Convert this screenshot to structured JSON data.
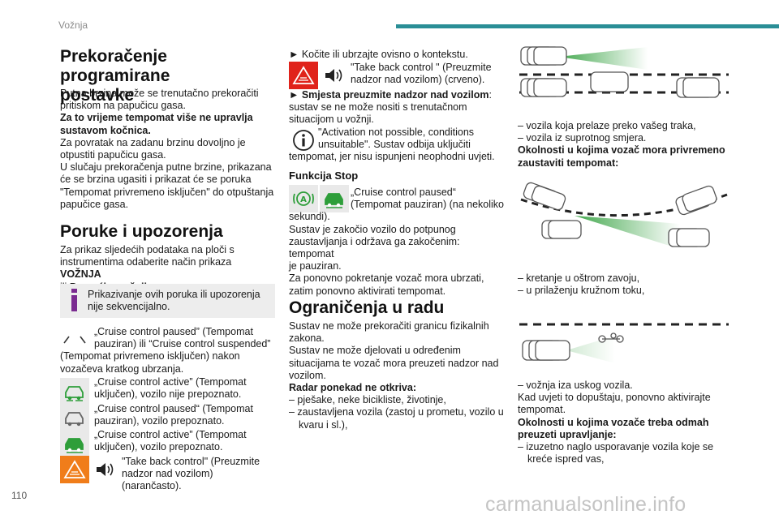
{
  "header": {
    "section": "Vožnja",
    "page_number": "110"
  },
  "watermark": "carmanualsonline.info",
  "col1": {
    "title_line1": "Prekoračenje programirane",
    "title_line2": "postavke",
    "intro": [
      "Putna brzina može se trenutačno prekoračiti",
      "pritiskom na papučicu gasa."
    ],
    "bold_note": [
      "Za to vrijeme tempomat više ne upravlja",
      "sustavom kočnica."
    ],
    "return_text": [
      "Za povratak na zadanu brzinu dovoljno je",
      "otpustiti papučicu gasa."
    ],
    "exceed_text": [
      "U slučaju prekoračenja putne brzine, prikazana",
      "će se brzina ugasiti i prikazat će se poruka",
      "\"Tempomat privremeno isključen\" do otpuštanja",
      "papučice gasa."
    ],
    "title2": "Poruke i upozorenja",
    "display_line1": "Za prikaz sljedećih podataka na ploči s",
    "display_line2_a": "instrumentima odaberite način prikaza ",
    "display_line2_b": "VOŽNJA",
    "display_line3_a": "ili ",
    "display_line3_b": "Pomoći u vožnji",
    "display_line3_c": ".",
    "info": [
      "Prikazivanje ovih poruka ili upozorenja",
      "nije sekvencijalno."
    ],
    "msg1": [
      "„Cruise control paused” (Tempomat",
      "pauziran) ili “Cruise control suspended”",
      "(Tempomat privremeno isključen) nakon",
      "vozačeva kratkog ubrzanja."
    ],
    "msg2": [
      "„Cruise control active” (Tempomat",
      "uključen), vozilo nije prepoznato."
    ],
    "msg3": [
      "„Cruise control paused“ (Tempomat",
      "pauziran), vozilo prepoznato."
    ],
    "msg4": [
      "„Cruise control active” (Tempomat",
      "uključen), vozilo prepoznato."
    ],
    "msg5": [
      "\"Take back control\" (Preuzmite",
      "nadzor nad vozilom) (narančasto)."
    ]
  },
  "col2": {
    "brake": "►  Kočite ili ubrzajte ovisno o kontekstu.",
    "red_msg": [
      "\"Take back control \" (Preuzmite",
      "nadzor nad vozilom) (crveno)."
    ],
    "take_over_a": "►  Smjesta preuzmite nadzor nad vozilom",
    "take_over_b": ":",
    "take_over_rest": [
      "sustav se ne može nositi s trenutačnom",
      "situacijom u vožnji."
    ],
    "activation": [
      "\"Activation not possible, conditions",
      "unsuitable\". Sustav odbija uključiti"
    ],
    "activation_rest": "tempomat, jer nisu ispunjeni neophodni uvjeti.",
    "stop_heading": "Funkcija Stop",
    "stop_msg": [
      "„Cruise control paused“",
      "(Tempomat pauziran) (na nekoliko"
    ],
    "stop_rest": [
      "sekundi).",
      "Sustav je zakočio vozilo do potpunog",
      "zaustavljanja i održava ga zakočenim: tempomat",
      "je pauziran.",
      "Za ponovno pokretanje vozač mora ubrzati,",
      "zatim ponovno aktivirati tempomat."
    ],
    "title3": "Ograničenja u radu",
    "limits": [
      "Sustav ne može prekoračiti granicu fizikalnih",
      "zakona.",
      "Sustav ne može djelovati u određenim",
      "situacijama te vozač mora preuzeti nadzor nad",
      "vozilom."
    ],
    "radar_heading": "Radar ponekad ne otkriva:",
    "radar_list": [
      "–  pješake, neke bicikliste, životinje,",
      "–  zaustavljena vozila (zastoj u prometu, vozilo u",
      "kvaru i sl.),"
    ]
  },
  "col3": {
    "list1": [
      "–  vozila koja prelaze preko vašeg traka,",
      "–  vozila iz suprotnog smjera."
    ],
    "must_stop": [
      "Okolnosti u kojima vozač mora privremeno",
      "zaustaviti tempomat:"
    ],
    "list2": [
      "–  kretanje u oštrom zavoju,",
      "–  u prilaženju kružnom toku,"
    ],
    "list3": "–  vožnja iza uskog vozila.",
    "reactivate": [
      "Kad uvjeti to dopuštaju, ponovno aktivirajte",
      "tempomat."
    ],
    "must_take": [
      "Okolnosti u kojima vozače treba odmah",
      "preuzeti upravljanje:"
    ],
    "list4": [
      "–  izuzetno naglo usporavanje vozila koje se",
      "kreće ispred vas,"
    ]
  },
  "colors": {
    "accent": "#2a8e96",
    "orange": "#f07d1a",
    "red": "#e0231b",
    "green": "#2e9e3a",
    "info_icon": "#7a2b90"
  },
  "icons": [
    "dash-marks-icon",
    "car-green-icon",
    "car-gray-icon",
    "car-green-icon",
    "warning-triangle-icon",
    "speaker-icon",
    "info-icon",
    "radar-green-icon",
    "car-stop-icon"
  ]
}
